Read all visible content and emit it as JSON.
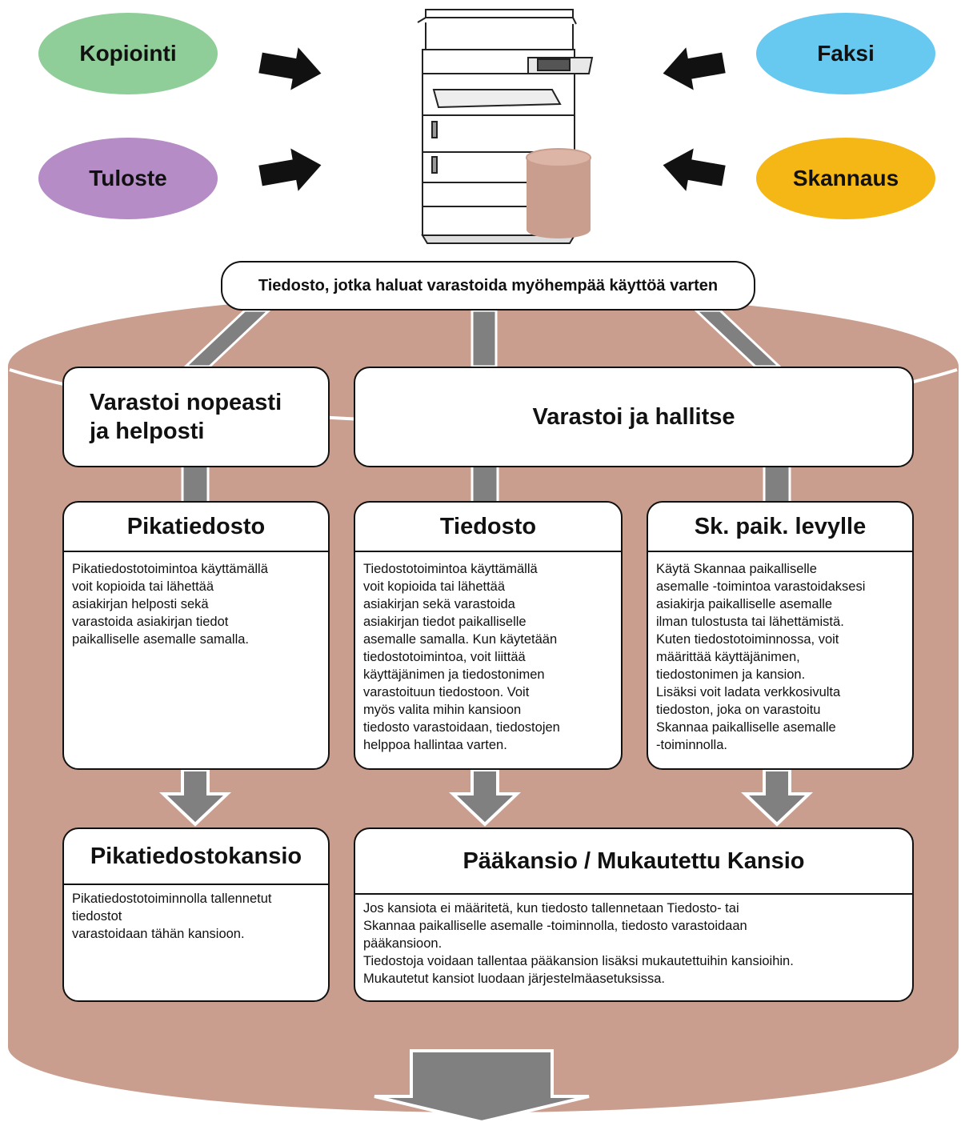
{
  "sources": {
    "copy": {
      "label": "Kopiointi",
      "color": "#8fce98"
    },
    "print": {
      "label": "Tuloste",
      "color": "#b58cc6"
    },
    "fax": {
      "label": "Faksi",
      "color": "#67c8f0"
    },
    "scan": {
      "label": "Skannaus",
      "color": "#f5b716"
    }
  },
  "top_label": "Tiedosto, jotka haluat varastoida myöhempää käyttöä varten",
  "colors": {
    "storage": "#c99e8e",
    "arrow": "#808080"
  },
  "mode_quick": "Varastoi nopeasti\nja helposti",
  "mode_manage": "Varastoi ja hallitse",
  "features": {
    "quick_file": {
      "title": "Pikatiedosto",
      "text": "Pikatiedostotoimintoa käyttämällä\nvoit kopioida tai lähettää\nasiakirjan helposti sekä\nvarastoida asiakirjan tiedot\npaikalliselle asemalle samalla."
    },
    "filing": {
      "title": "Tiedosto",
      "text": "Tiedostotoimintoa käyttämällä\nvoit kopioida tai lähettää\nasiakirjan sekä varastoida\nasiakirjan tiedot paikalliselle\nasemalle samalla. Kun käytetään\ntiedostotoimintoa, voit liittää\nkäyttäjänimen ja tiedostonimen\nvarastoituun tiedostoon. Voit\nmyös valita mihin kansioon\ntiedosto varastoidaan, tiedostojen\nhelppoa hallintaa varten."
    },
    "scan_local": {
      "title": "Sk. paik. levylle",
      "text": "Käytä Skannaa paikalliselle\nasemalle -toimintoa varastoidaksesi\nasiakirja paikalliselle asemalle\nilman tulostusta tai lähettämistä.\nKuten tiedostotoiminnossa, voit\nmäärittää käyttäjänimen,\ntiedostonimen ja kansion.\nLisäksi voit ladata verkkosivulta\ntiedoston, joka on varastoitu\nSkannaa paikalliselle asemalle\n-toiminnolla."
    }
  },
  "folders": {
    "quick_folder": {
      "title": "Pikatiedostokansio",
      "text": "Pikatiedostotoiminnolla tallennetut\ntiedostot\nvarastoidaan tähän kansioon."
    },
    "main_folder": {
      "title": "Pääkansio / Mukautettu Kansio",
      "text": "Jos kansiota ei määritetä, kun tiedosto tallennetaan Tiedosto- tai\nSkannaa paikalliselle asemalle -toiminnolla, tiedosto varastoidaan\npääkansioon.\nTiedostoja voidaan tallentaa pääkansion lisäksi mukautettuihin kansioihin.\nMukautetut kansiot luodaan järjestelmäasetuksissa."
    }
  }
}
